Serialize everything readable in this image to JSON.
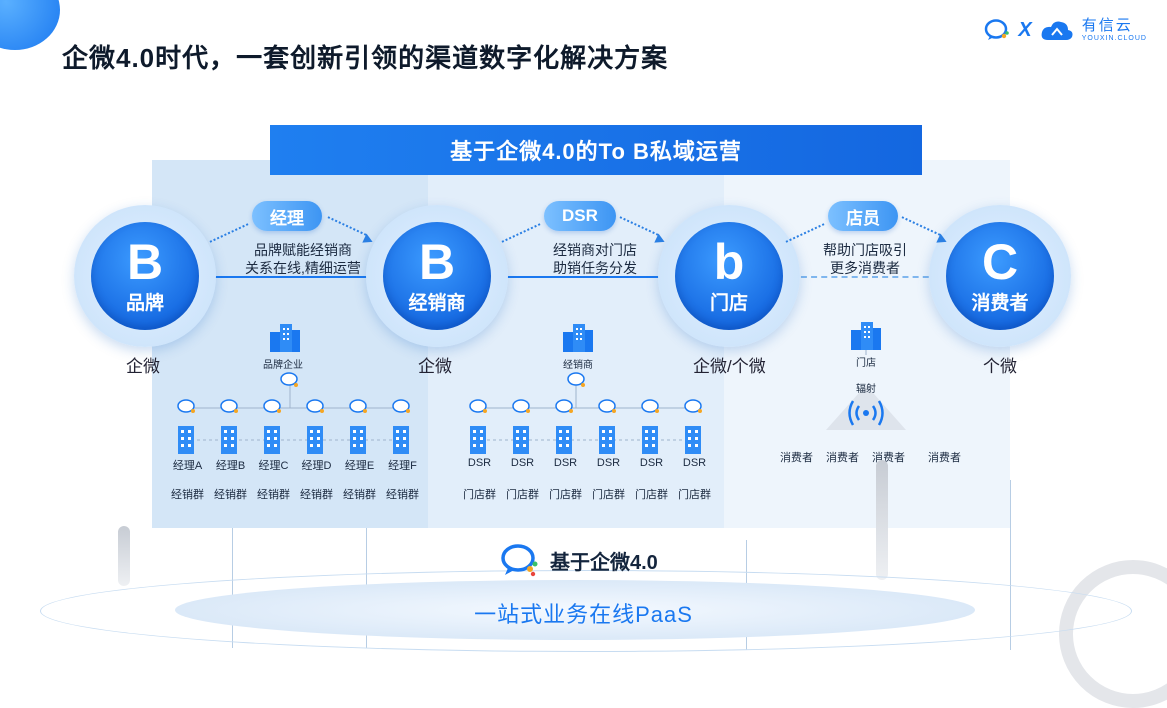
{
  "page": {
    "title": "企微4.0时代，一套创新引领的渠道数字化解决方案"
  },
  "logo": {
    "x": "X",
    "name_cn": "有信云",
    "name_en": "YOUXIN.CLOUD"
  },
  "banner": {
    "text": "基于企微4.0的To B私域运营"
  },
  "nodes": [
    {
      "letter": "B",
      "name": "品牌",
      "caption": "企微"
    },
    {
      "letter": "B",
      "name": "经销商",
      "caption": "企微"
    },
    {
      "letter": "b",
      "name": "门店",
      "caption": "企微/个微"
    },
    {
      "letter": "C",
      "name": "消费者",
      "caption": "个微"
    }
  ],
  "links": [
    {
      "role": "经理",
      "desc1": "品牌赋能经销商",
      "desc2": "关系在线,精细运营"
    },
    {
      "role": "DSR",
      "desc1": "经销商对门店",
      "desc2": "助销任务分发"
    },
    {
      "role": "店员",
      "desc1": "帮助门店吸引",
      "desc2": "更多消费者"
    }
  ],
  "tree1": {
    "root": "品牌企业",
    "items": [
      "经理A",
      "经理B",
      "经理C",
      "经理D",
      "经理E",
      "经理F"
    ],
    "group": "经销群"
  },
  "tree2": {
    "root": "经销商",
    "items": [
      "DSR",
      "DSR",
      "DSR",
      "DSR",
      "DSR",
      "DSR"
    ],
    "group": "门店群"
  },
  "store": {
    "label": "门店",
    "radiate": "辐射",
    "consumers": [
      "消费者",
      "消费者",
      "消费者",
      "消费者"
    ]
  },
  "base": {
    "title": "基于企微4.0",
    "subtitle": "一站式业务在线PaaS"
  },
  "colors": {
    "primary": "#1a78f0",
    "panel": "#d4e6f7"
  }
}
